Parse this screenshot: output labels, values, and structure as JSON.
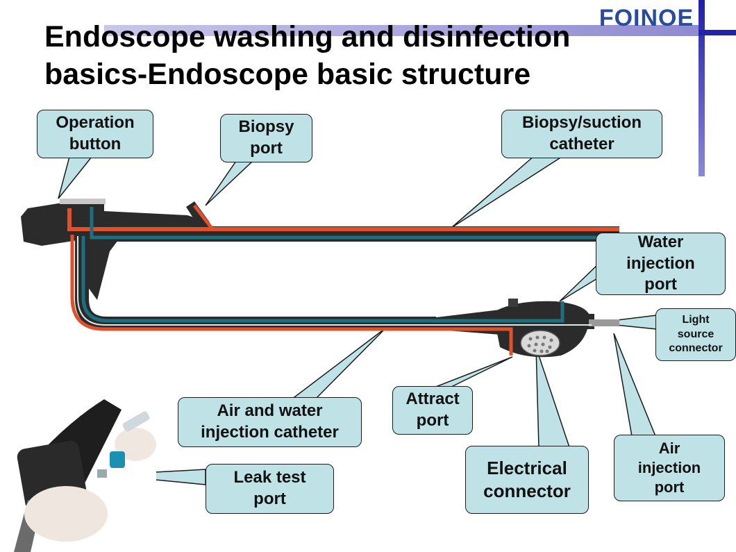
{
  "title": "Endoscope washing and disinfection\nbasics-Endoscope basic structure",
  "logo_text": "FOINOE",
  "colors": {
    "callout_fill": "#bfe2e6",
    "red_channel": "#e0502b",
    "teal_channel": "#1d6f80",
    "body_dark": "#2a2a2a",
    "logo": "#2a4a9c",
    "accent_bar": "#2323a8"
  },
  "labels": {
    "operation_button": "Operation\nbutton",
    "biopsy_port": "Biopsy\nport",
    "biopsy_suction_catheter": "Biopsy/suction\ncatheter",
    "water_injection_port": "Water\ninjection\nport",
    "light_source_connector": "Light\nsource\nconnector",
    "air_water_injection_catheter": "Air and water\ninjection catheter",
    "attract_port": "Attract\nport",
    "leak_test_port": "Leak test\nport",
    "electrical_connector": "Electrical\nconnector",
    "air_injection_port": "Air\ninjection\nport"
  }
}
